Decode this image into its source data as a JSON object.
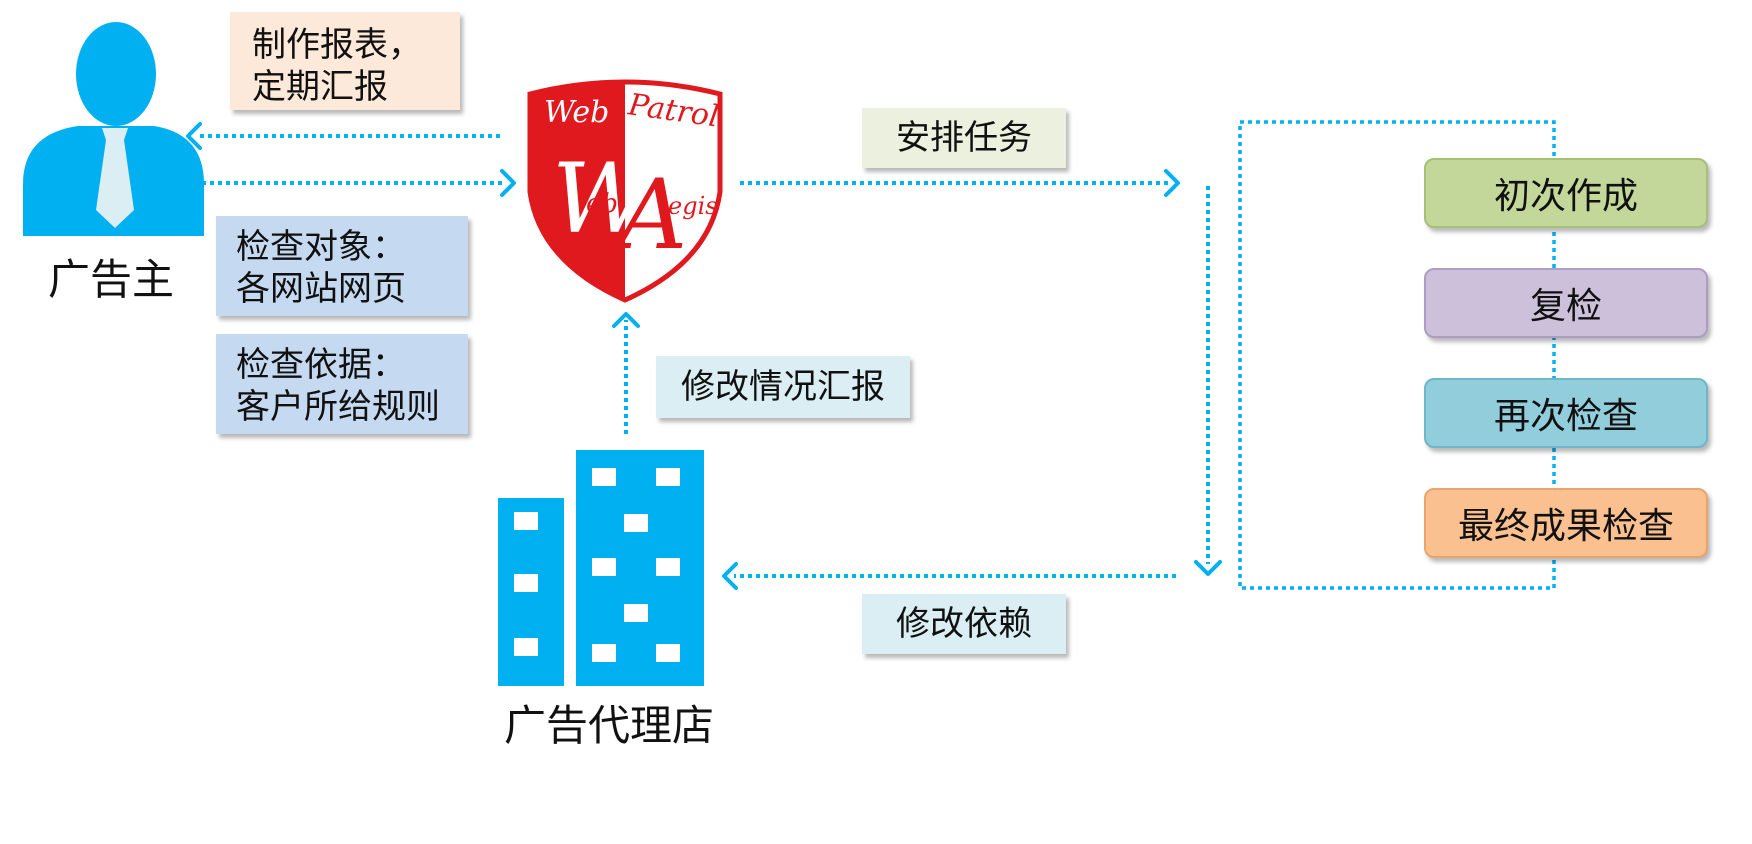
{
  "advertiser": {
    "label": "广告主"
  },
  "agency": {
    "label": "广告代理店"
  },
  "logo": {
    "text_top_left": "Web",
    "text_top_right": "Patrol",
    "text_mid": "WA",
    "text_small_left": "eb",
    "text_small_right": "egis"
  },
  "notes": {
    "report": [
      "制作报表，",
      "定期汇报"
    ],
    "target": [
      "检查对象：",
      "各网站网页"
    ],
    "basis": [
      "检查依据：",
      "客户所给规则"
    ],
    "assign": "安排任务",
    "fix_report": "修改情况汇报",
    "fix_request": "修改依赖"
  },
  "steps": [
    {
      "label": "初次作成",
      "color": "#c4d79b",
      "border": "#a8bf78"
    },
    {
      "label": "复检",
      "color": "#ccc0da",
      "border": "#ad9cc4"
    },
    {
      "label": "再次检查",
      "color": "#92cddc",
      "border": "#6fb6c9"
    },
    {
      "label": "最终成果检查",
      "color": "#fac090",
      "border": "#e9a46c"
    }
  ],
  "colors": {
    "accent_blue": "#00b0f0",
    "logo_red": "#e0191f",
    "note_peach": "#fde9d9",
    "note_blue": "#c5d9f1",
    "note_green": "#ebf1de",
    "note_lightblue": "#dbeef4"
  }
}
